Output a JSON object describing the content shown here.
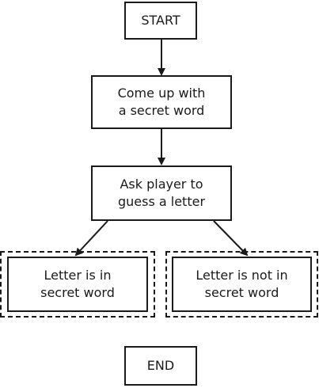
{
  "diagram": {
    "nodes": {
      "start": "START",
      "come_up": "Come up with\na secret word",
      "ask_player": "Ask player to\nguess a letter",
      "letter_in": "Letter is in\nsecret word",
      "letter_not_in": "Letter is not in\nsecret word",
      "end": "END"
    },
    "edges": [
      {
        "from": "start",
        "to": "come_up"
      },
      {
        "from": "come_up",
        "to": "ask_player"
      },
      {
        "from": "ask_player",
        "to": "letter_in"
      },
      {
        "from": "ask_player",
        "to": "letter_not_in"
      }
    ],
    "colors": {
      "stroke": "#1a1a1a",
      "background": "#ffffff"
    }
  }
}
